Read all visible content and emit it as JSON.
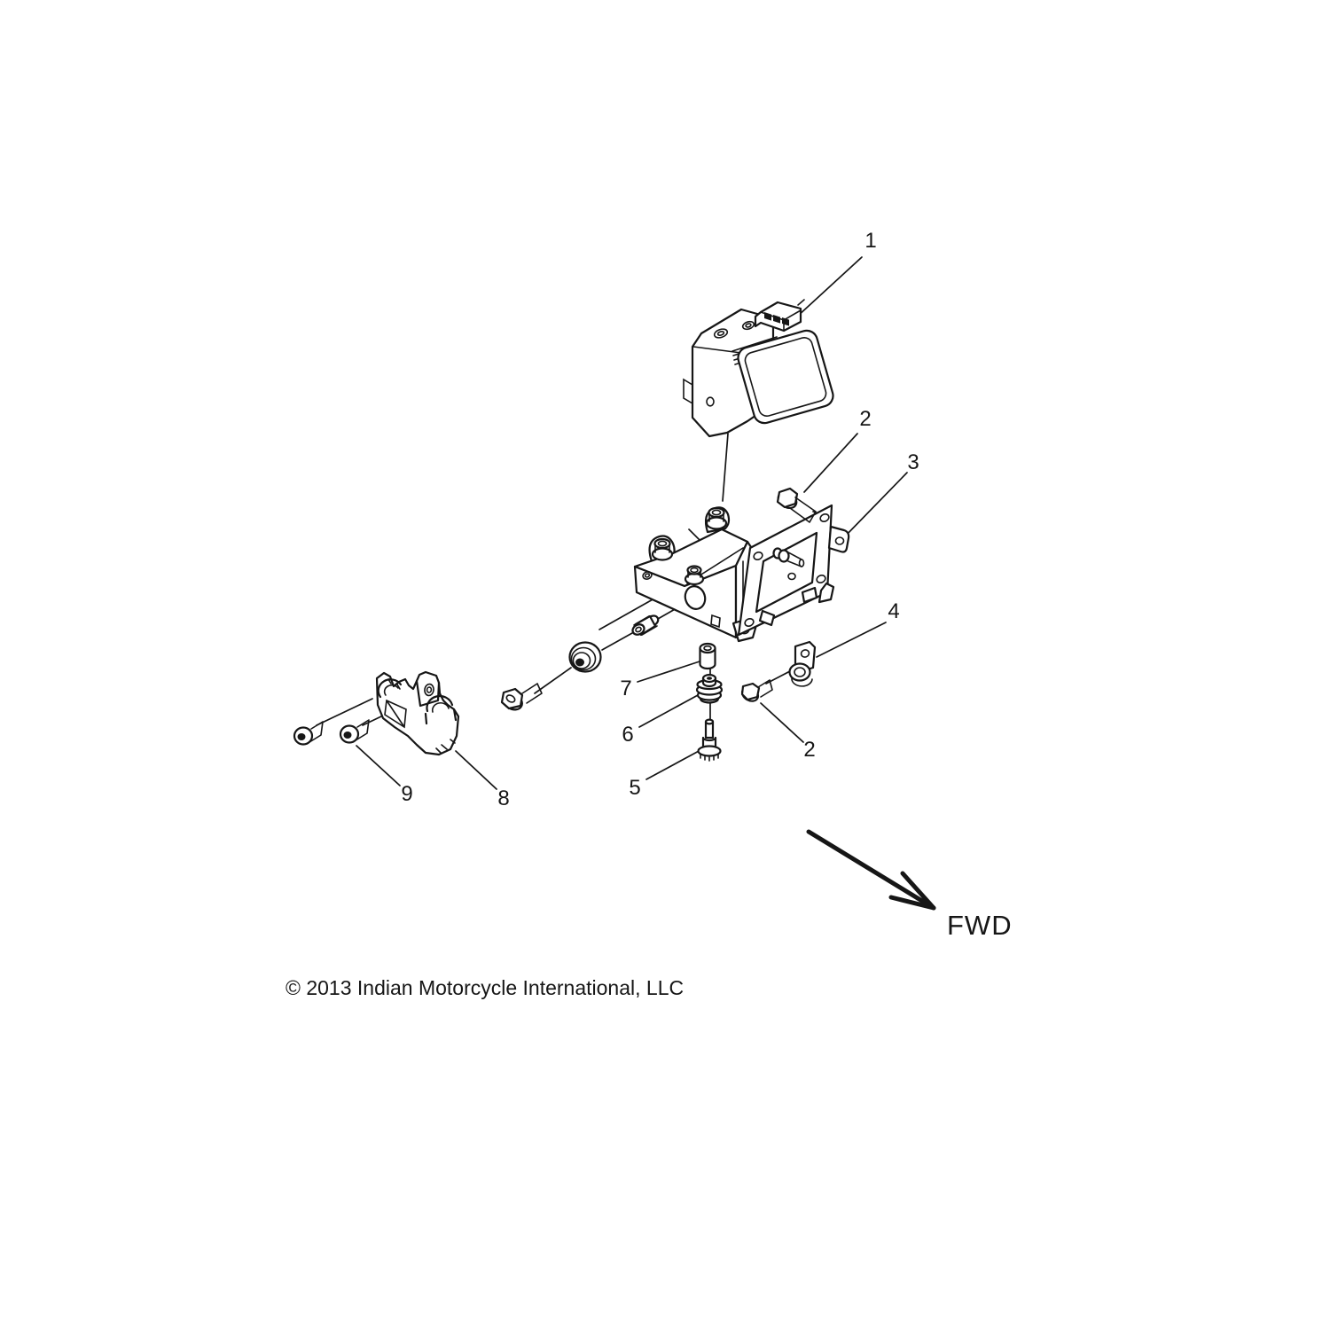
{
  "page": {
    "background": "#ffffff",
    "ink": "#161616"
  },
  "callouts": {
    "labels": [
      "1",
      "2",
      "3",
      "4",
      "2",
      "5",
      "6",
      "7",
      "8",
      "9"
    ]
  },
  "fwd": {
    "label": "FWD"
  },
  "footer": {
    "copyright": "© 2013 Indian Motorcycle International, LLC"
  }
}
